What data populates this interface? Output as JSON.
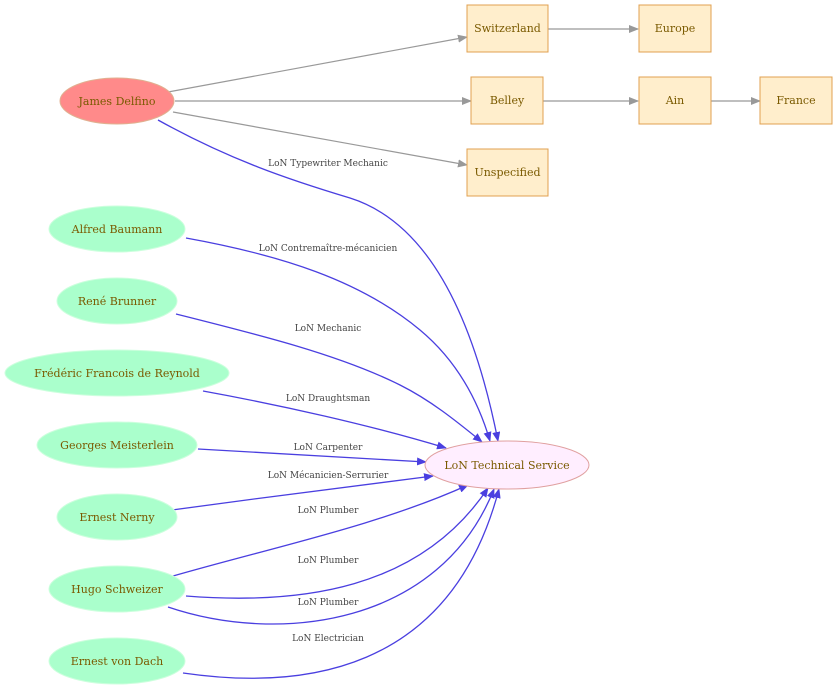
{
  "colors": {
    "person_main_fill": "#ff8a8a",
    "person_fill": "#aaffcc",
    "place_fill": "#ffeecc",
    "place_stroke": "#e0a050",
    "org_fill": "#ffeeff",
    "org_stroke": "#e0a0a0",
    "edge_grey": "#999999",
    "edge_blue": "#4a3fe0"
  },
  "nodes": {
    "james": "James Delfino",
    "switzerland": "Switzerland",
    "europe": "Europe",
    "belley": "Belley",
    "ain": "Ain",
    "france": "France",
    "unspecified": "Unspecified",
    "alfred": "Alfred Baumann",
    "rene": "René Brunner",
    "frederic": "Frédéric Francois de Reynold",
    "georges": "Georges Meisterlein",
    "ernest_nerny": "Ernest  Nerny",
    "hugo": "Hugo Schweizer",
    "ernest_dach": "Ernest von Dach",
    "lon": "LoN Technical Service"
  },
  "edges": {
    "james_lon": "LoN Typewriter Mechanic",
    "alfred_lon": "LoN Contremaître-mécanicien",
    "rene_lon": "LoN Mechanic",
    "frederic_lon": "LoN Draughtsman",
    "georges_lon": "LoN Carpenter",
    "nerny_lon": "LoN Mécanicien-Serrurier",
    "hugo_lon_1": "LoN Plumber",
    "hugo_lon_2": "LoN Plumber",
    "hugo_lon_3": "LoN Plumber",
    "dach_lon": "LoN Electrician"
  }
}
